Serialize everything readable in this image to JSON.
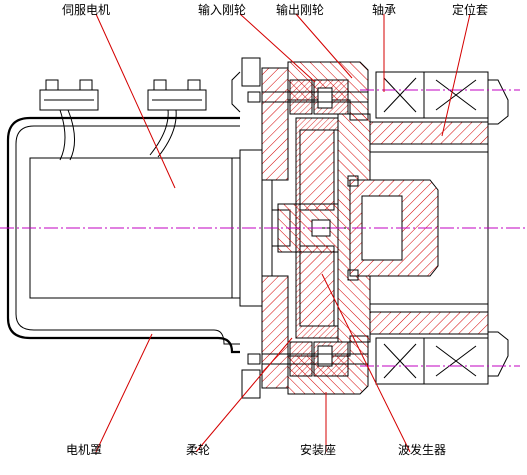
{
  "labels": {
    "servo_motor": "伺服电机",
    "input_rigid_wheel": "输入刚轮",
    "output_rigid_wheel": "输出刚轮",
    "bearing": "轴承",
    "positioning_sleeve": "定位套",
    "motor_cover": "电机罩",
    "flexspline": "柔轮",
    "mounting_base": "安装座",
    "wave_generator": "波发生器"
  },
  "colors": {
    "outline": "#000000",
    "hatch": "#d40000",
    "leader": "#d40000",
    "centerline": "#c000c0",
    "background": "#ffffff"
  }
}
